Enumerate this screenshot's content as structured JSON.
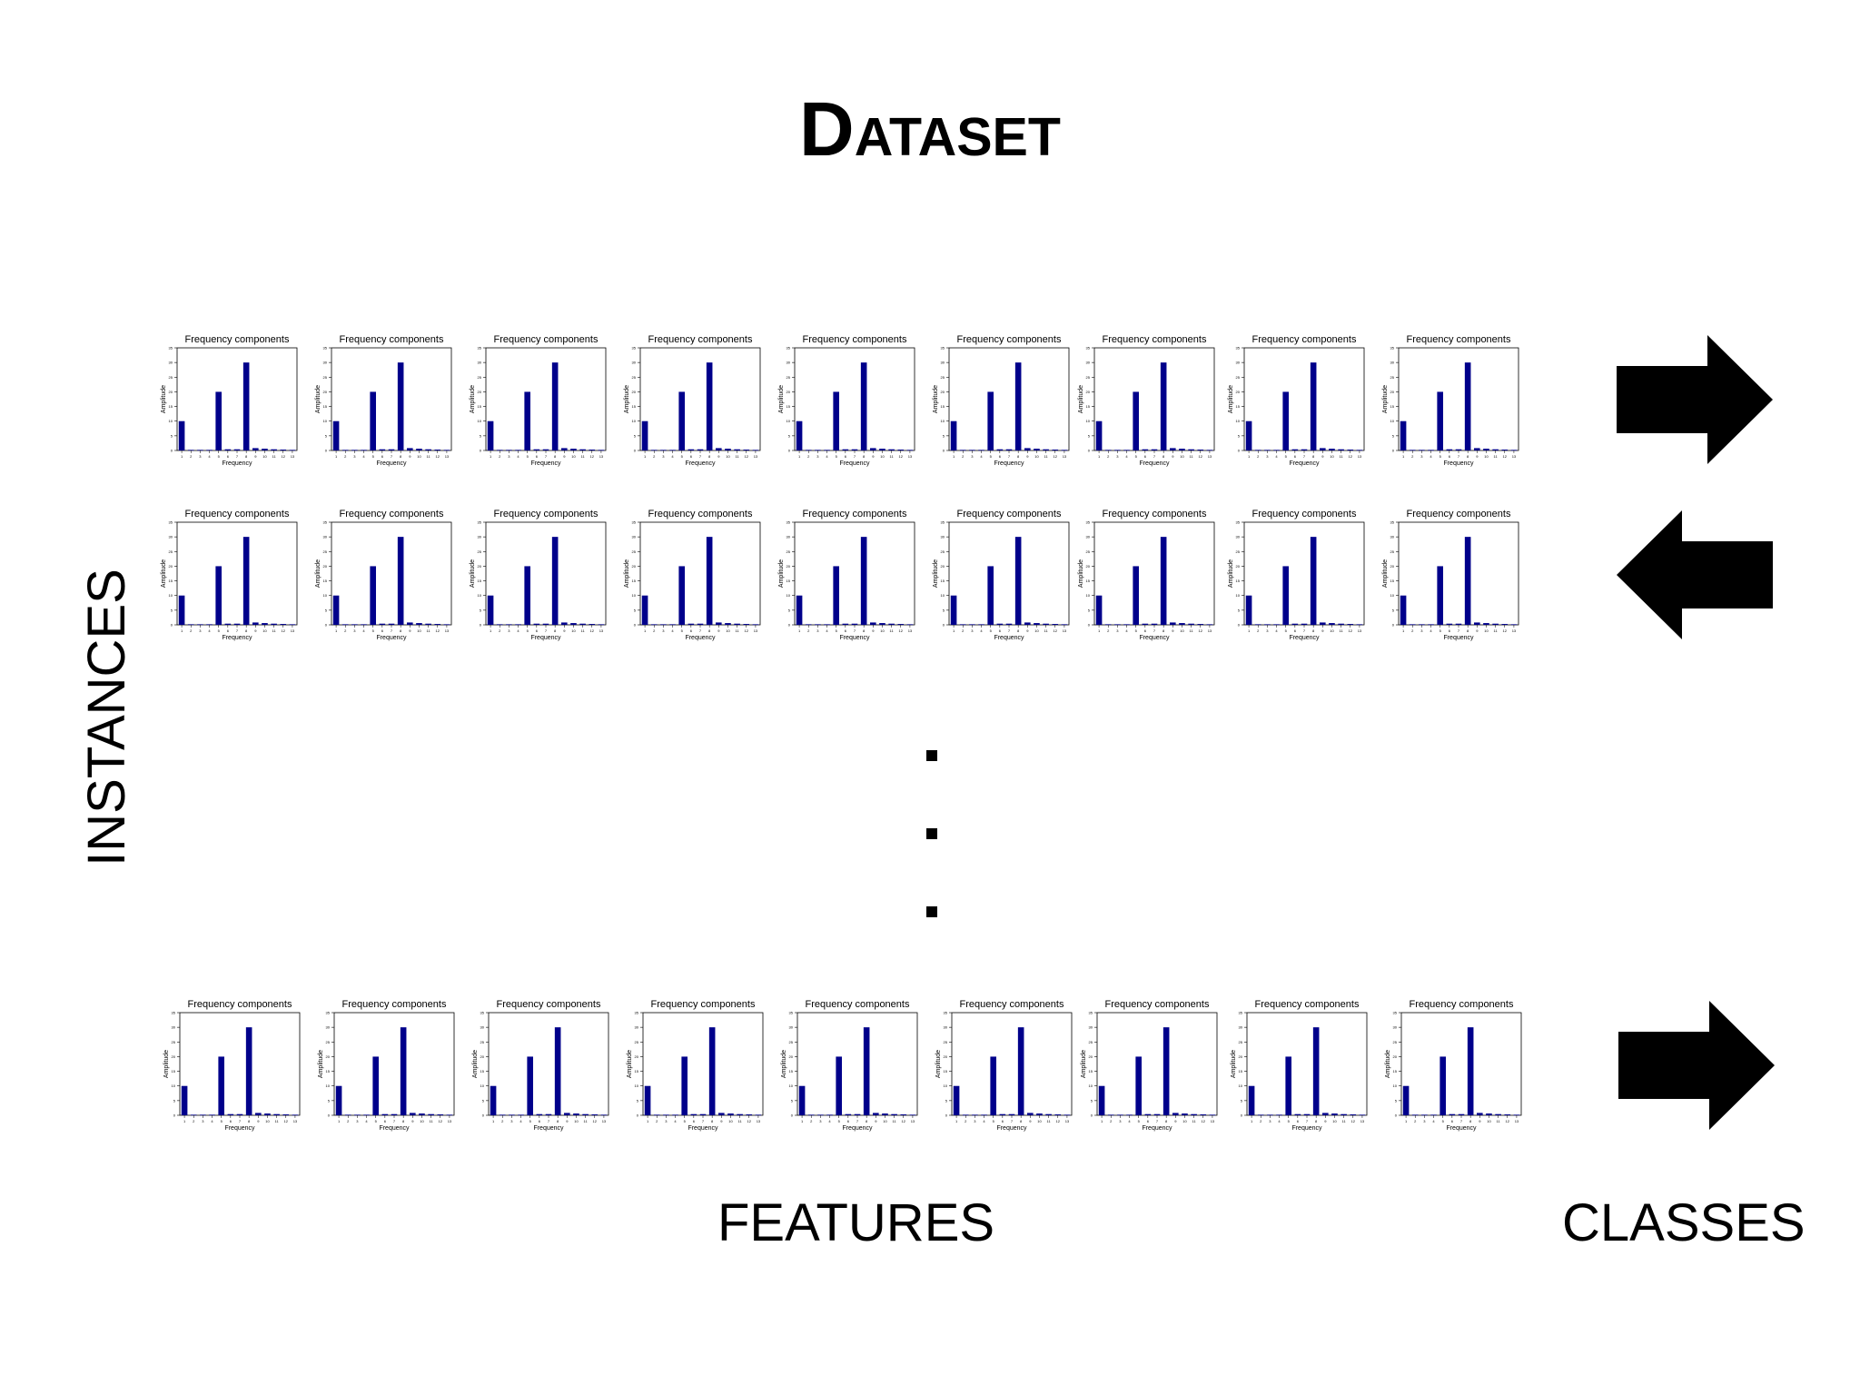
{
  "title": "Dataset",
  "features_label": "FEATURES",
  "classes_label": "CLASSES",
  "instances_label": "INSTANCES",
  "arrow_directions": [
    "right",
    "left",
    "right"
  ],
  "colors": {
    "bar": "#00008b",
    "arrow": "#000000"
  },
  "chart_data": {
    "type": "bar",
    "title": "Frequency components",
    "xlabel": "Frequency",
    "ylabel": "Amplitude",
    "categories": [
      1,
      2,
      3,
      4,
      5,
      6,
      7,
      8,
      9,
      10,
      11,
      12,
      13
    ],
    "values": [
      10,
      0.2,
      0.2,
      0.2,
      20,
      0.4,
      0.4,
      30,
      0.8,
      0.6,
      0.4,
      0.3,
      0.2
    ],
    "ylim": [
      0,
      35
    ],
    "instances_shown": 3,
    "features_per_instance": 9
  }
}
